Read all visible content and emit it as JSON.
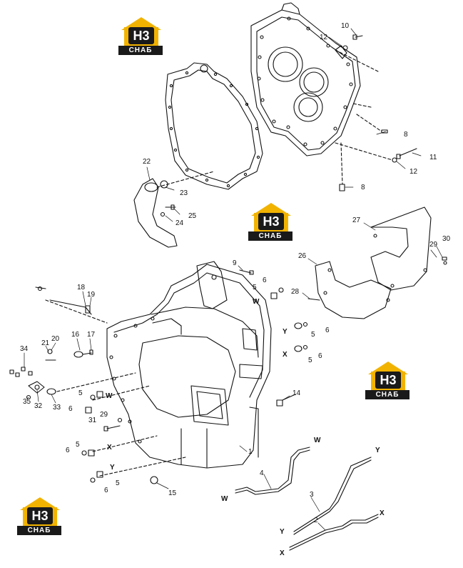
{
  "logo": {
    "mark": "H3",
    "band": "CHAБ"
  },
  "callouts": {
    "c10": "10",
    "c12a": "12",
    "c8a": "8",
    "c11": "11",
    "c12b": "12",
    "c8b": "8",
    "c22": "22",
    "c23": "23",
    "c25": "25",
    "c24": "24",
    "c27": "27",
    "c26": "26",
    "c29a": "29",
    "c30": "30",
    "c9": "9",
    "c6a": "6",
    "c5a": "5",
    "c28": "28",
    "c6b": "6",
    "c5b": "5",
    "c6c": "6",
    "c5c": "5",
    "c18": "18",
    "c19": "19",
    "c16": "16",
    "c17": "17",
    "c21": "21",
    "c20": "20",
    "c34": "34",
    "c35": "35",
    "c32": "32",
    "c33": "33",
    "c5d": "5",
    "c6d": "6",
    "c29b": "29",
    "c31": "31",
    "c14": "14",
    "c5e": "5",
    "c6e": "6",
    "c1": "1",
    "c6f": "6",
    "c5f": "5",
    "c15": "15",
    "c4": "4",
    "c3": "3",
    "c2": "2"
  },
  "letters": {
    "w1": "W",
    "y1": "Y",
    "x1": "X",
    "w2": "W",
    "x2": "X",
    "y2": "Y",
    "w3": "W",
    "y3": "Y",
    "w4": "W",
    "y4": "Y",
    "x3": "X",
    "x4": "X"
  }
}
